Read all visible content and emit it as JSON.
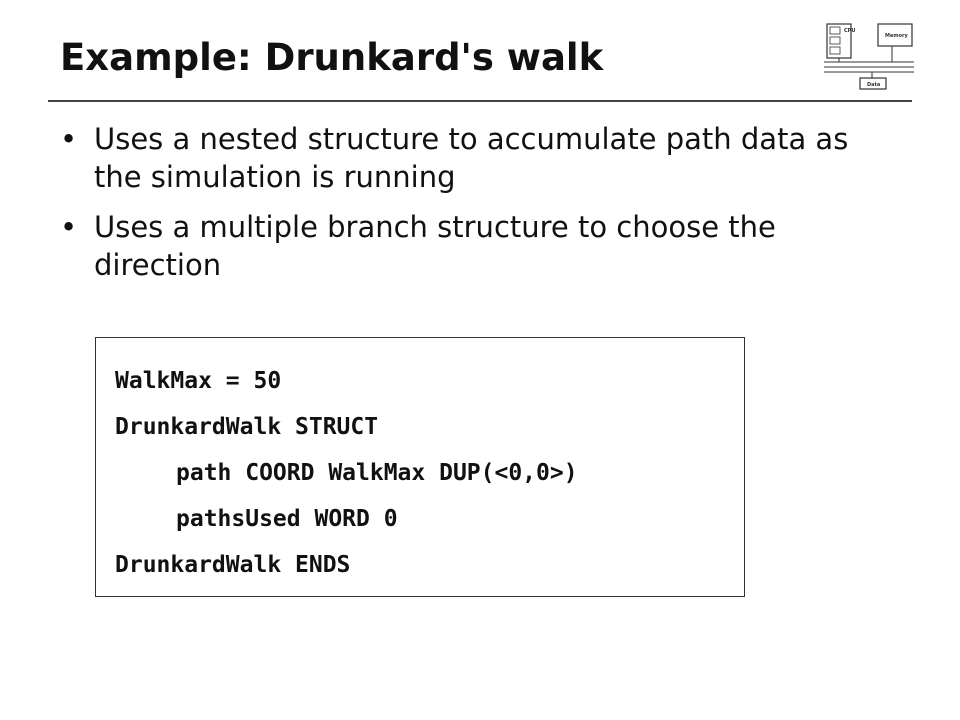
{
  "slide": {
    "title": "Example: Drunkard's walk",
    "bullets": [
      {
        "marker": "•",
        "text": "Uses a nested structure to accumulate path data as the simulation is running"
      },
      {
        "marker": "•",
        "text": "Uses a multiple branch structure to choose the direction"
      }
    ],
    "code": {
      "lines": [
        {
          "text": "WalkMax = 50",
          "indented": false
        },
        {
          "text": "DrunkardWalk STRUCT",
          "indented": false
        },
        {
          "text": "path COORD WalkMax DUP(<0,0>)",
          "indented": true
        },
        {
          "text": "pathsUsed WORD 0",
          "indented": true
        },
        {
          "text": "DrunkardWalk ENDS",
          "indented": false
        }
      ]
    }
  },
  "logo": {
    "icon": "computer-architecture-diagram-icon",
    "labels": [
      "CPU",
      "Memory",
      "Data"
    ]
  },
  "colors": {
    "text": "#111111",
    "rule": "#444444",
    "border": "#333333",
    "background": "#ffffff"
  }
}
